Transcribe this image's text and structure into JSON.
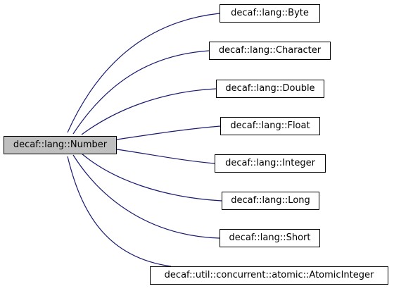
{
  "diagram": {
    "base_class": "decaf::lang::Number",
    "derived_classes": [
      "decaf::lang::Byte",
      "decaf::lang::Character",
      "decaf::lang::Double",
      "decaf::lang::Float",
      "decaf::lang::Integer",
      "decaf::lang::Long",
      "decaf::lang::Short",
      "decaf::util::concurrent::atomic::AtomicInteger"
    ],
    "edge_color": "#191970",
    "base_fill": "#bfbfbf",
    "node_fill": "#ffffff",
    "border_color": "#000000"
  }
}
